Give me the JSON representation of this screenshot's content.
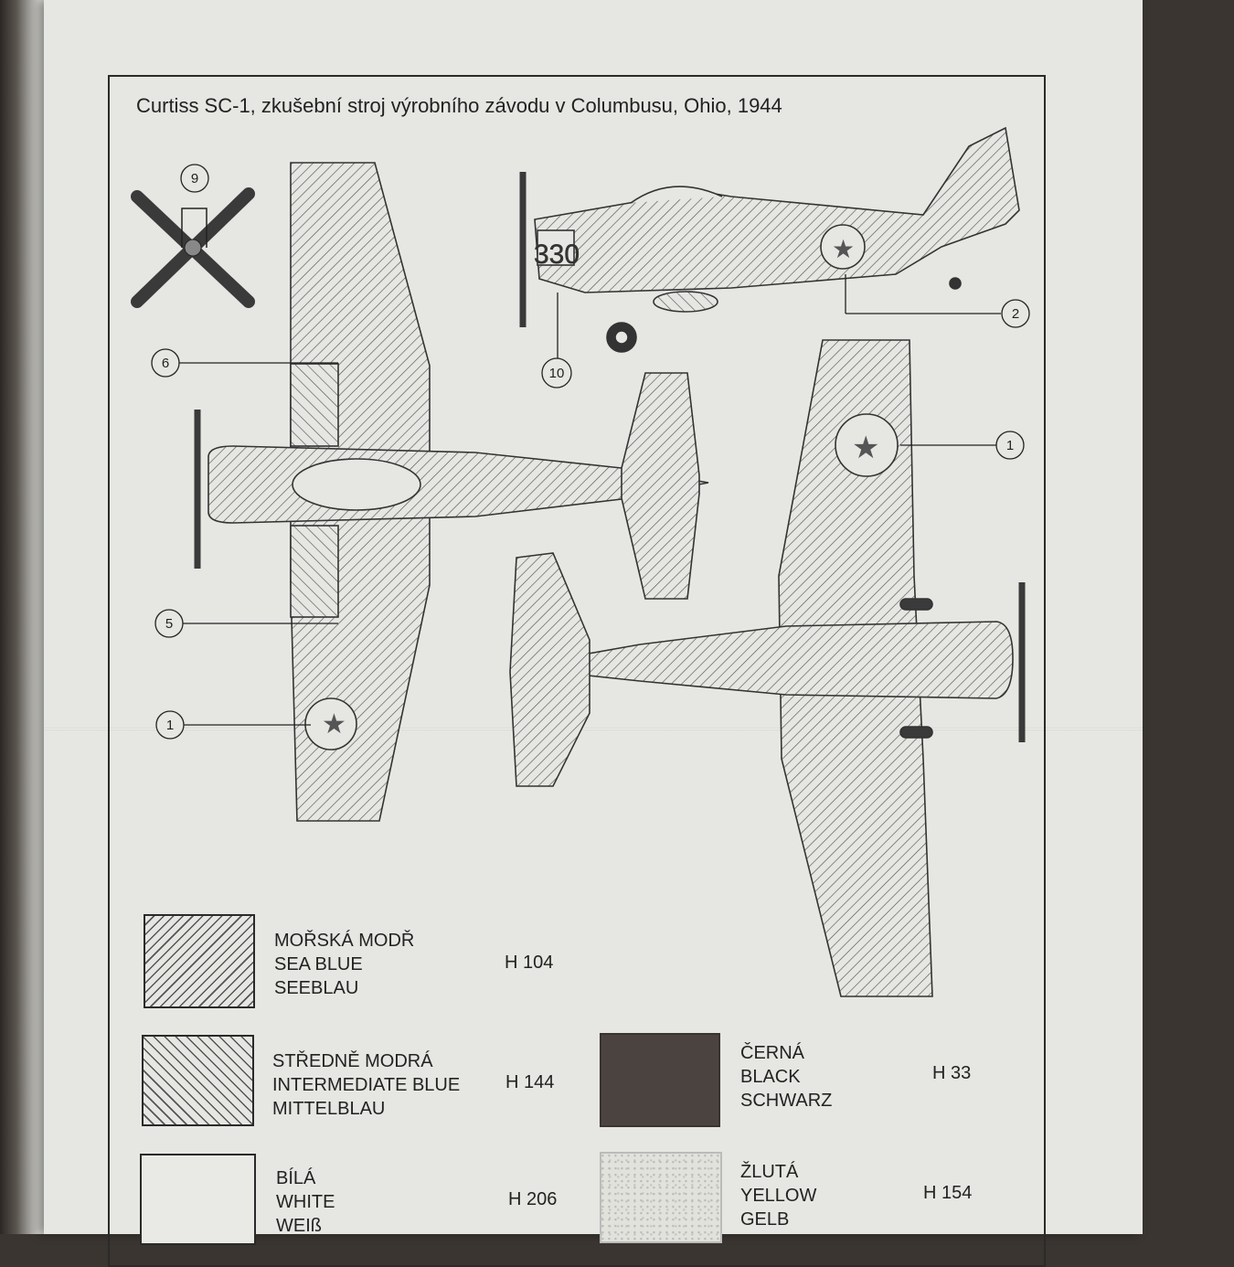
{
  "title": "Curtiss SC-1, zkušební stroj výrobního závodu v Columbusu, Ohio, 1944",
  "fuselage_number": "330",
  "callouts": [
    "9",
    "6",
    "5",
    "1",
    "10",
    "2",
    "1"
  ],
  "legend": [
    {
      "lines": [
        "MOŘSKÁ MODŘ",
        "SEA BLUE",
        "SEEBLAU"
      ],
      "code": "H  104",
      "pattern": "sea-blue-hatch"
    },
    {
      "lines": [
        "STŘEDNĚ MODRÁ",
        "INTERMEDIATE BLUE",
        "MITTELBLAU"
      ],
      "code": "H  144",
      "pattern": "intermediate-blue-hatch"
    },
    {
      "lines": [
        "ČERNÁ",
        "BLACK",
        "SCHWARZ"
      ],
      "code": "H  33",
      "pattern": "black-fill",
      "color": "#4a4340"
    },
    {
      "lines": [
        "BÍLÁ",
        "WHITE",
        "WEIß"
      ],
      "code": "H  206",
      "pattern": "white-fill"
    },
    {
      "lines": [
        "ŽLUTÁ",
        "YELLOW",
        "GELB"
      ],
      "code": "H  154",
      "pattern": "yellow-speckle"
    }
  ]
}
